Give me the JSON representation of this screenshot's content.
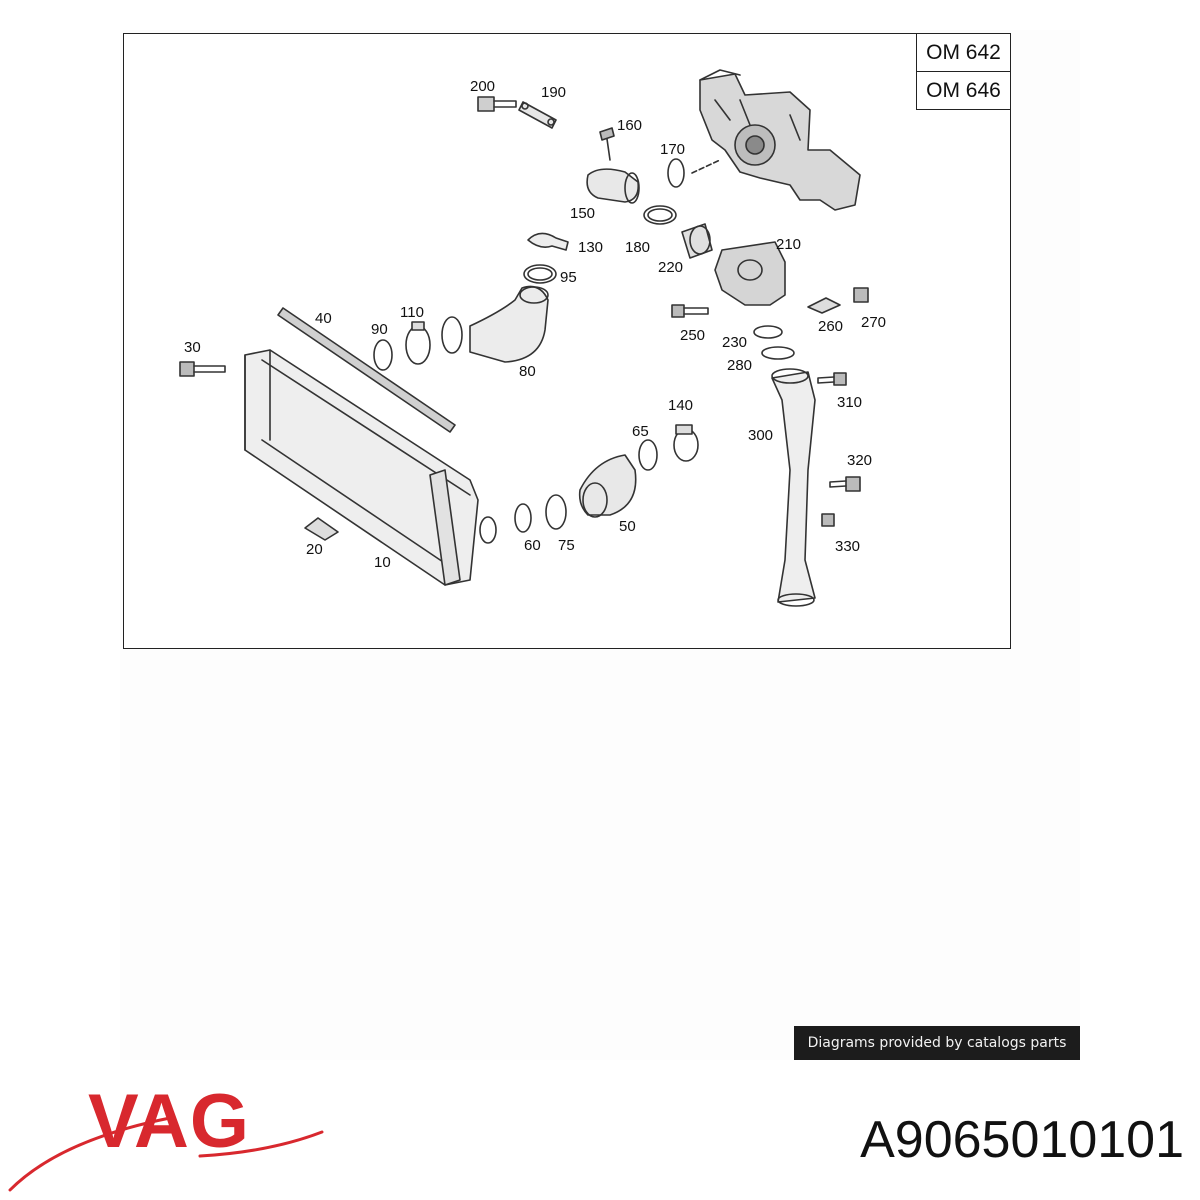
{
  "variants": [
    "OM 642",
    "OM 646"
  ],
  "callouts": [
    "200",
    "190",
    "160",
    "170",
    "150",
    "180",
    "220",
    "210",
    "130",
    "95",
    "40",
    "110",
    "90",
    "80",
    "30",
    "250",
    "230",
    "260",
    "270",
    "280",
    "310",
    "300",
    "140",
    "65",
    "320",
    "330",
    "50",
    "60",
    "75",
    "20",
    "10"
  ],
  "badge_text": "Diagrams provided by catalogs parts",
  "brand": "VAG",
  "part_number": "A9065010101",
  "colors": {
    "brand_red": "#d8282e",
    "badge_bg": "#1c1c1c",
    "line": "#222222"
  }
}
